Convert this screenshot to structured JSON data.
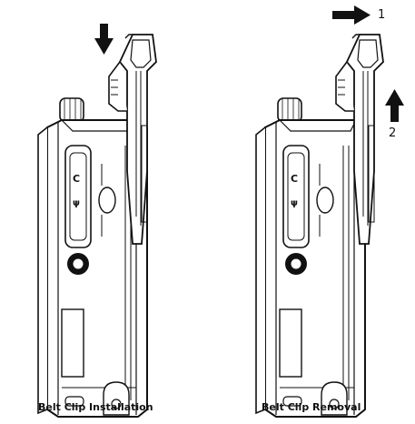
{
  "captions": {
    "installation": "Belt Clip Installation",
    "removal": "Belt Clip Removal"
  },
  "steps": {
    "one": "1",
    "two": "2"
  },
  "icons": {
    "down_arrow": "arrow-down-icon",
    "right_arrow": "arrow-right-icon",
    "up_arrow": "arrow-up-icon"
  },
  "colors": {
    "line": "#111111",
    "fill": "#ffffff"
  }
}
